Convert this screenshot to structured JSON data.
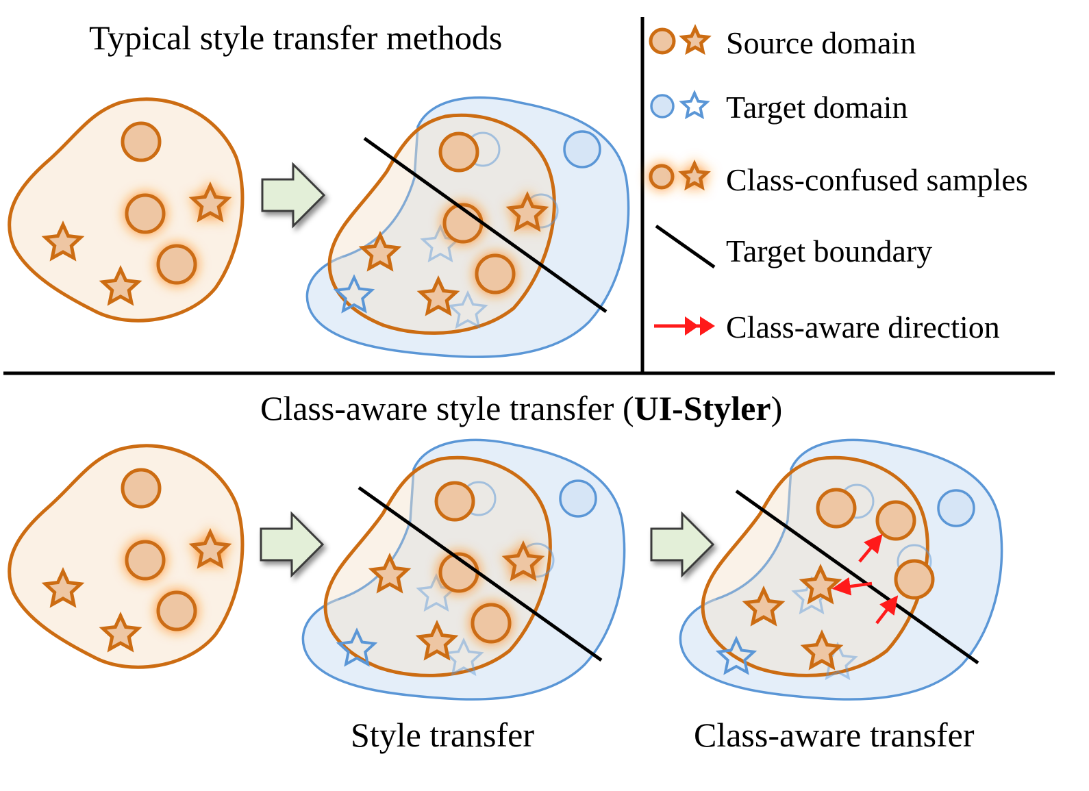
{
  "top": {
    "title": "Typical style transfer methods"
  },
  "bottom": {
    "title_prefix": "Class-aware style transfer (",
    "title_bold": "UI-Styler",
    "title_suffix": ")",
    "caption_style": "Style transfer",
    "caption_class_aware": "Class-aware transfer"
  },
  "legend": [
    {
      "label": "Source domain"
    },
    {
      "label": "Target domain"
    },
    {
      "label": "Class-confused samples"
    },
    {
      "label": "Target boundary"
    },
    {
      "label": "Class-aware direction"
    }
  ],
  "colors": {
    "source": "#cc6c12",
    "source_fill": "#eec6a3",
    "target": "#5a96d6",
    "target_fill": "#e4eef9",
    "glow": "#ff8c1a",
    "direction": "#ff1a1a",
    "arrow_fill": "#e3efd8"
  },
  "icons": [
    "source-circle-icon",
    "source-star-icon",
    "target-circle-icon",
    "target-star-icon",
    "glow-circle-icon",
    "glow-star-icon",
    "boundary-line-icon",
    "red-arrow-icon",
    "transition-arrow-icon"
  ]
}
